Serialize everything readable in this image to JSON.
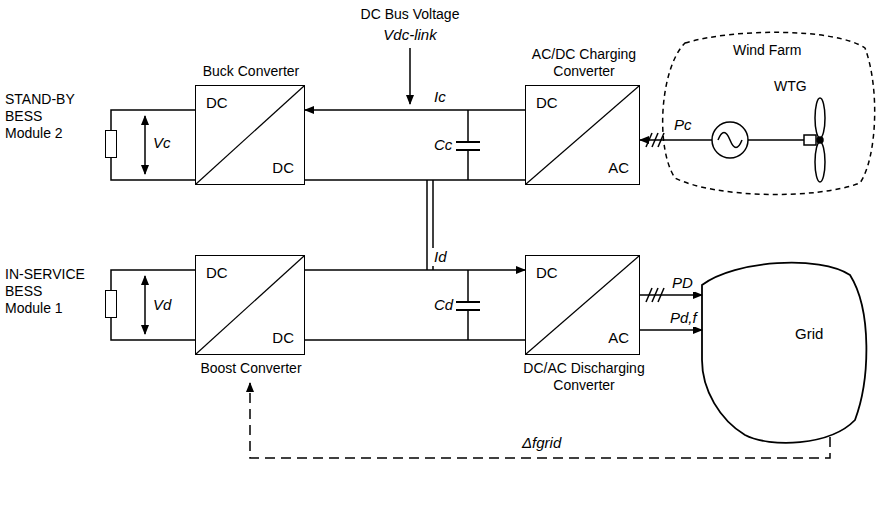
{
  "diagram": {
    "nodes": [
      {
        "text": [
          "STAND-BY BESS Module 2"
        ]
      },
      {
        "text": [
          "Buck Converter",
          "DC",
          "DC"
        ]
      },
      {
        "text": [
          "AC/DC Charging Converter",
          "DC",
          "AC"
        ]
      },
      {
        "text": [
          "Wind Farm"
        ]
      },
      {
        "text": [
          "WTG"
        ],
        "in": 3
      },
      {
        "text": [
          "IN-SERVICE BESS Module 1"
        ]
      },
      {
        "text": [
          "Boost Converter",
          "DC",
          "DC"
        ]
      },
      {
        "text": [
          "DC/AC Discharging Converter",
          "DC",
          "AC"
        ]
      },
      {
        "text": [
          "Grid"
        ]
      }
    ],
    "edges": [
      {
        "from": 0,
        "to": 1,
        "arrow": "none"
      },
      {
        "from": 2,
        "to": 1,
        "label": "Ic",
        "arrow": "to"
      },
      {
        "from": 4,
        "to": 2,
        "label": "Pc",
        "arrow": "to"
      },
      {
        "from": 5,
        "to": 6,
        "arrow": "none"
      },
      {
        "from": 6,
        "to": 7,
        "label": "Id",
        "arrow": "to"
      },
      {
        "from": 7,
        "to": 8,
        "label": "PD",
        "arrow": "to"
      },
      {
        "from": 7,
        "to": 8,
        "label": "Pd,f",
        "arrow": "to"
      },
      {
        "from": 8,
        "to": 6,
        "label": "Δfgrid",
        "arrow": "to"
      }
    ],
    "labels": [
      "DC Bus Voltage",
      "Vdc-link",
      "Vc",
      "Cc",
      "Vd",
      "Cd"
    ]
  }
}
